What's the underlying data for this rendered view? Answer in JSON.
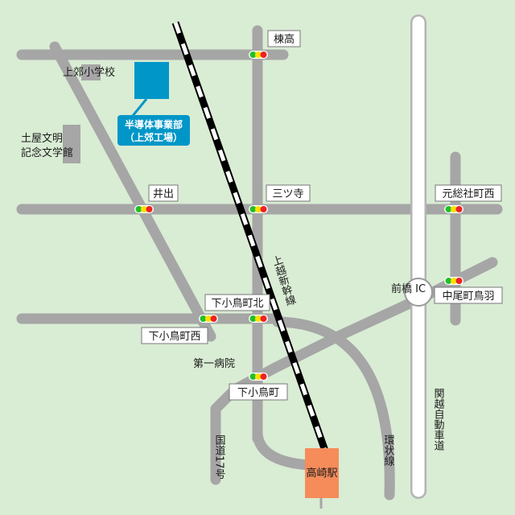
{
  "colors": {
    "background": "#d9ecd4",
    "road": "#a6a6a6",
    "expressway": "#ffffff",
    "factory": "#0096c8",
    "station": "#f58c5a",
    "building": "#a6a6a6",
    "signal_green": "#22c02a",
    "signal_yellow": "#ffe000",
    "signal_red": "#ee2222"
  },
  "labels": {
    "munetaka": "棟高",
    "kamisato_school": "上郊小学校",
    "factory_line1": "半導体事業部",
    "factory_line2": "（上郊工場）",
    "tsuchiya_line1": "土屋文明",
    "tsuchiya_line2": "記念文学館",
    "ide": "井出",
    "mitsudera": "三ツ寺",
    "gensoshamachi_nishi": "元総社町西",
    "joetsu_shinkansen": "上越新幹線",
    "maebashi_ic": "前橋 IC",
    "nakaomachi_toriba": "中尾町鳥羽",
    "shimokotorimachi_kita": "下小鳥町北",
    "shimokotorimachi_nishi": "下小鳥町西",
    "daiichi_hospital": "第一病院",
    "shimokotorimachi": "下小鳥町",
    "kokudo17": "国道17号",
    "kanjosen": "環状線",
    "kanetsu_expressway": "関越自動車道",
    "takasaki_station": "高崎駅"
  },
  "icons": {
    "traffic_signal": "traffic-signal-icon",
    "expressway_ic": "interchange-icon"
  }
}
